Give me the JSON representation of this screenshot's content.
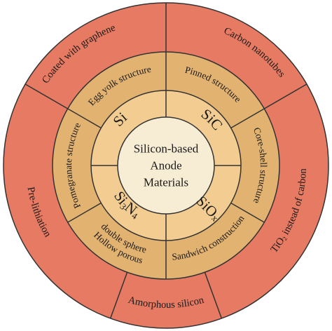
{
  "center": {
    "lines": [
      "Silicon-based",
      "Anode",
      "Materials"
    ]
  },
  "inner_ring": [
    {
      "base": "Si",
      "sub": "",
      "tail": ""
    },
    {
      "base": "SiC",
      "sub": "",
      "tail": ""
    },
    {
      "base": "SiO",
      "sub": "x",
      "tail": ""
    },
    {
      "base": "Si",
      "sub": "3",
      "tail": "N",
      "sub2": "4"
    }
  ],
  "middle_ring": [
    {
      "lines": [
        "Egg yolk structure"
      ]
    },
    {
      "lines": [
        "Pinned structure"
      ]
    },
    {
      "lines": [
        "Core-shell structure"
      ]
    },
    {
      "lines": [
        "Sandwich construction"
      ]
    },
    {
      "lines": [
        "Hollow porous",
        "double sphere"
      ]
    },
    {
      "lines": [
        "Pomegranate structure"
      ]
    }
  ],
  "outer_ring": [
    {
      "text": "Coated with graphene"
    },
    {
      "text": "Carbon nanotubes"
    },
    {
      "text": "TiO",
      "sub": "2",
      "tail": " instead of carbon"
    },
    {
      "text": "Amorphous silicon"
    },
    {
      "text": "Pre-lithiation"
    }
  ],
  "colors": {
    "outer_ring": "#e77a62",
    "middle_ring": "#e2b271",
    "inner_ring": "#f2cc91",
    "center": "#f7ecd4",
    "stroke": "#333333"
  }
}
